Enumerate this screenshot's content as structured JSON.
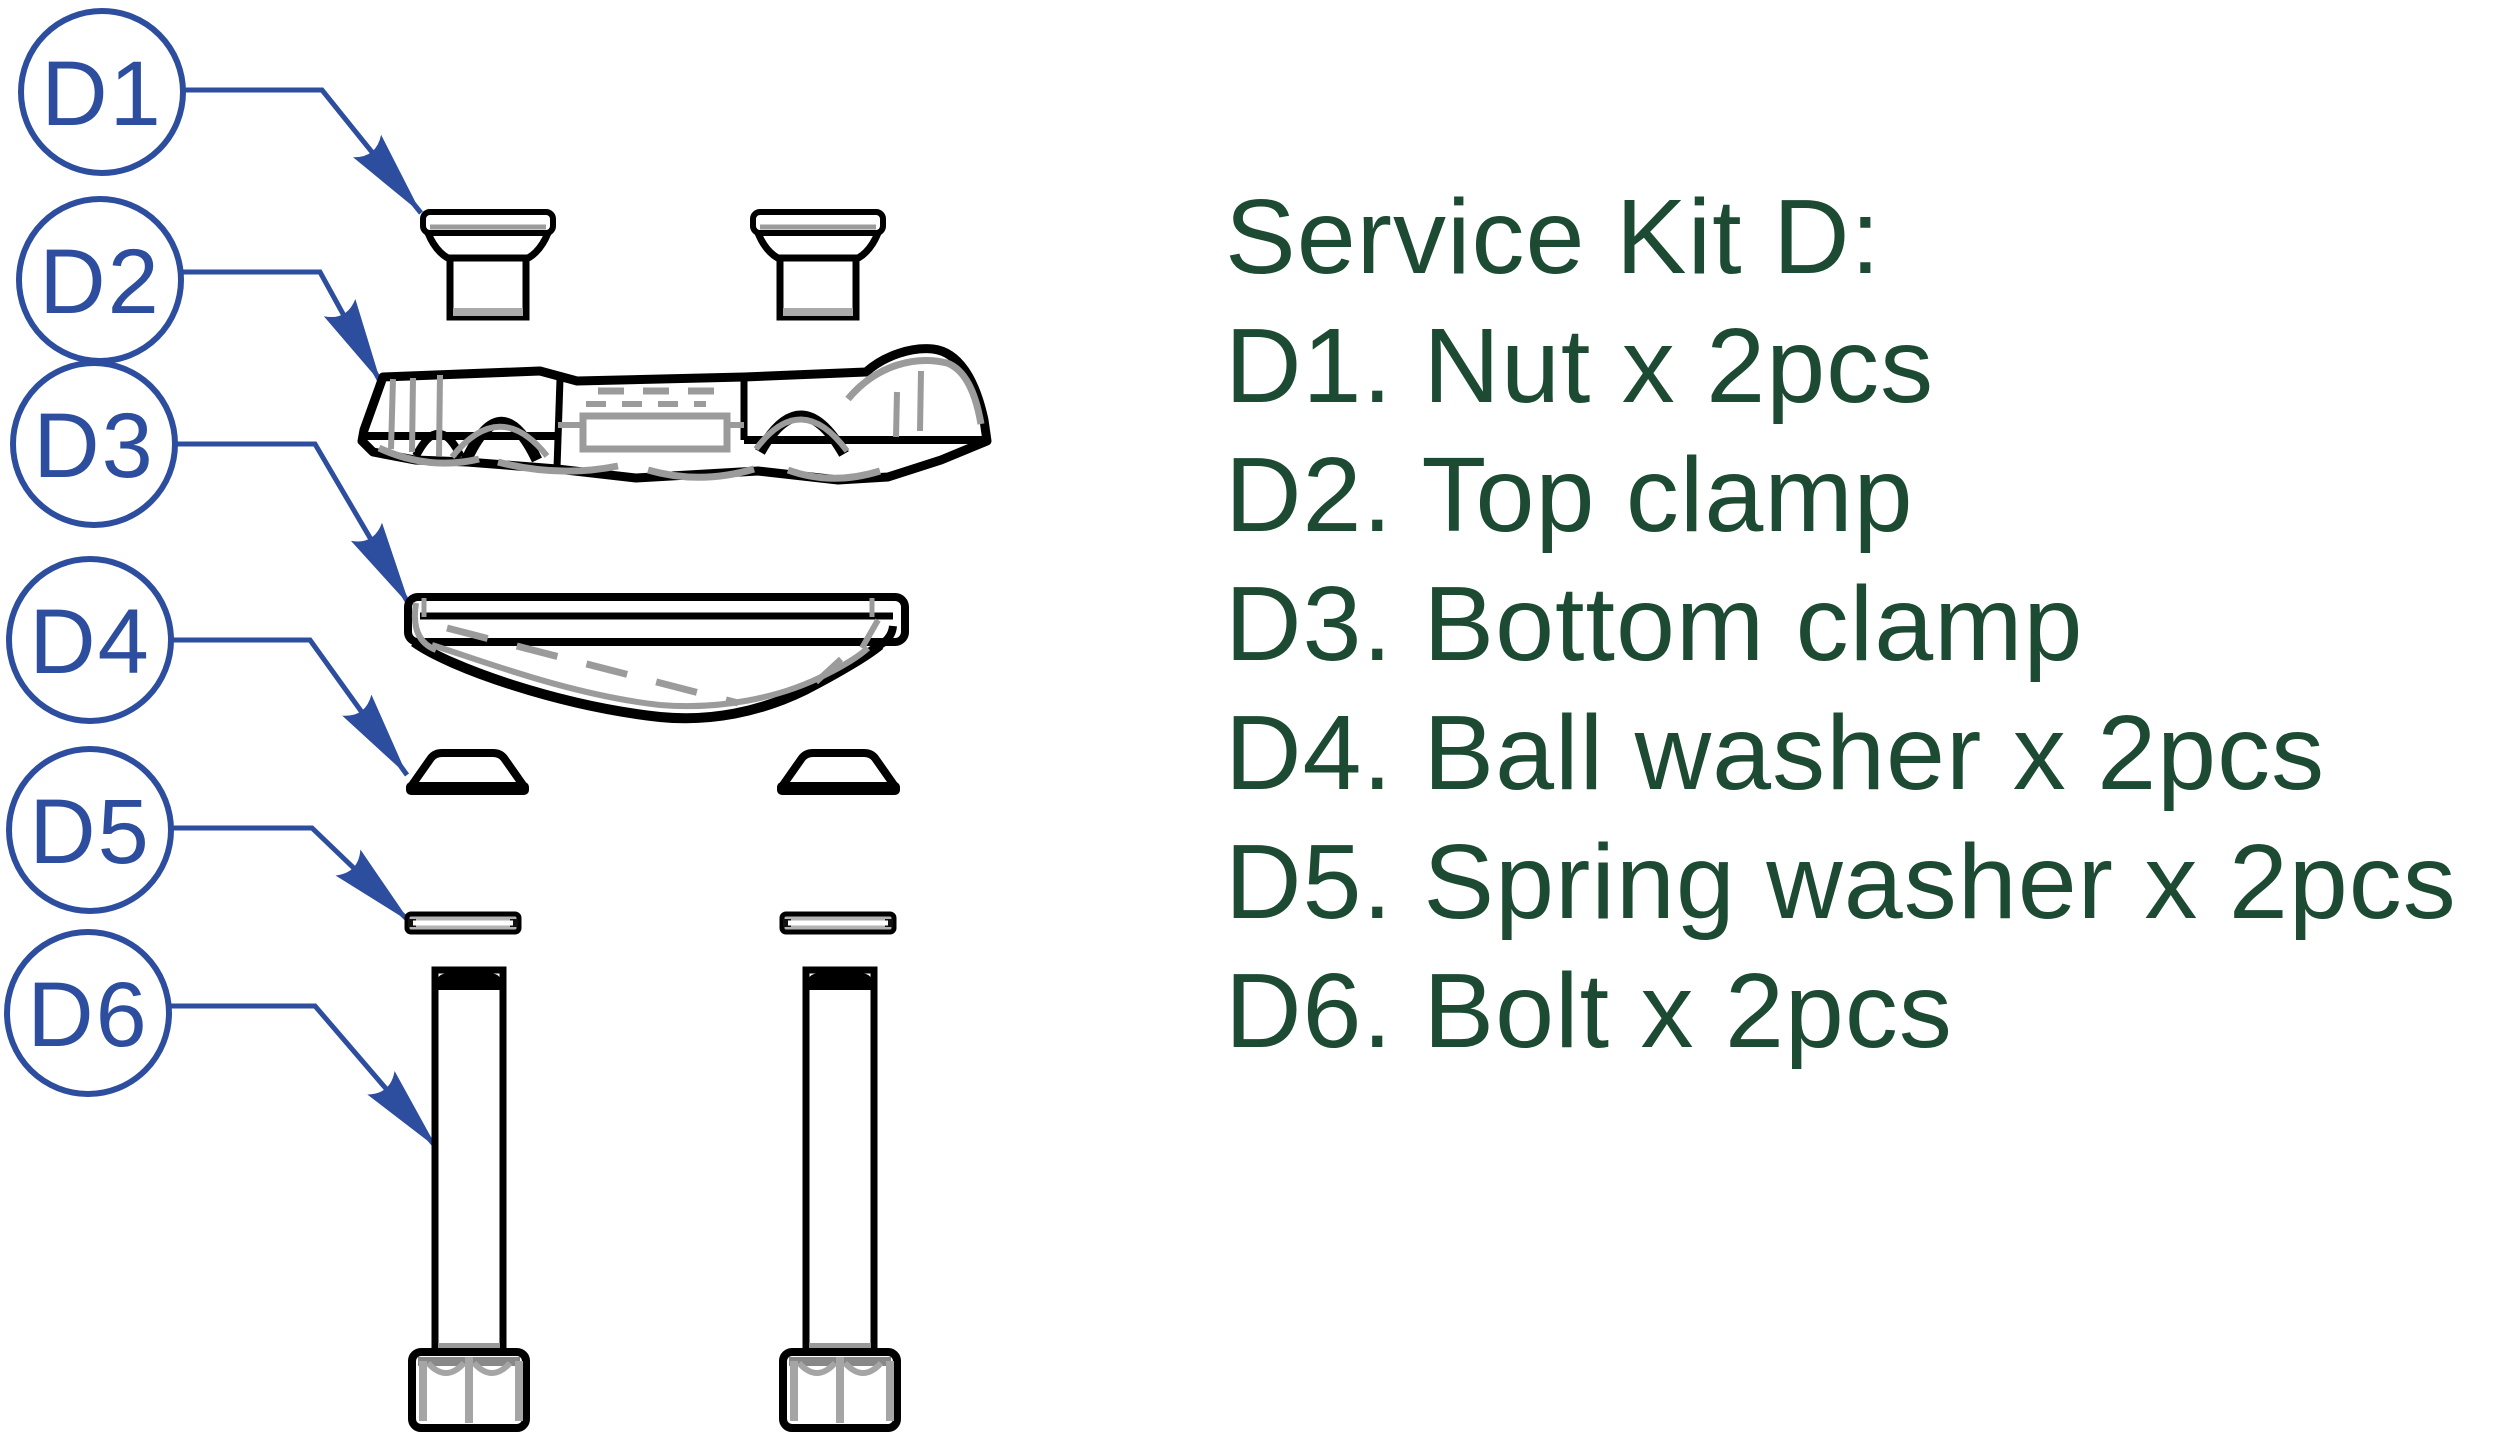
{
  "colors": {
    "callout_blue": "#2d4d9e",
    "legend_green": "#1d4a32",
    "drawing_black": "#000000",
    "drawing_gray": "#9b9b9b",
    "background": "#ffffff"
  },
  "callouts": [
    "D1",
    "D2",
    "D3",
    "D4",
    "D5",
    "D6"
  ],
  "legend": {
    "title": "Service Kit D:",
    "items": [
      "D1. Nut x 2pcs",
      "D2. Top clamp",
      "D3. Bottom clamp",
      "D4. Ball washer x 2pcs",
      "D5. Spring washer x 2pcs",
      "D6. Bolt x 2pcs"
    ]
  }
}
